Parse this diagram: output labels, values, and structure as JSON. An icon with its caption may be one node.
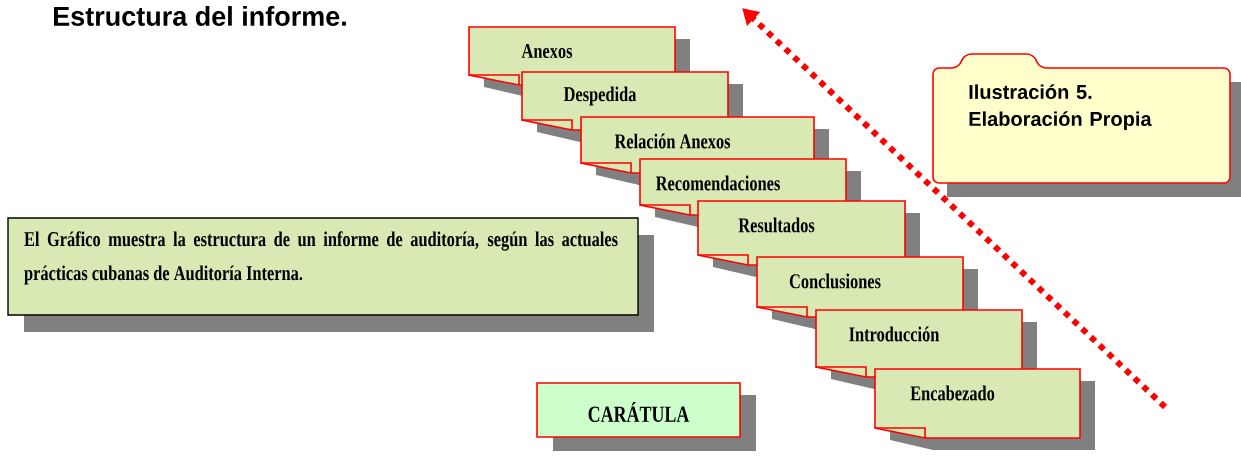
{
  "diagram": {
    "title": "Estructura del informe.",
    "nodes": [
      {
        "text": [
          "Anexos"
        ]
      },
      {
        "text": [
          "Despedida"
        ]
      },
      {
        "text": [
          "Relación  Anexos"
        ]
      },
      {
        "text": [
          "Recomendaciones"
        ]
      },
      {
        "text": [
          "Resultados"
        ]
      },
      {
        "text": [
          "Conclusiones"
        ]
      },
      {
        "text": [
          "Introducción"
        ]
      },
      {
        "text": [
          "Encabezado"
        ]
      },
      {
        "text": [
          "CARÁTULA"
        ]
      },
      {
        "text": [
          "El Gráfico muestra la estructura de un informe de auditoría, según las actuales prácticas cubanas de Auditoría Interna."
        ]
      },
      {
        "text": [
          "Ilustración 5. Elaboración Propia"
        ]
      }
    ]
  }
}
